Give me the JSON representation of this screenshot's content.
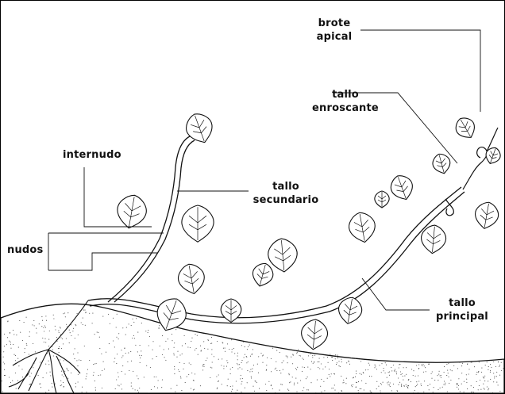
{
  "labels": {
    "brote_apical": [
      "brote",
      "apical"
    ],
    "tallo_enroscante": [
      "tallo",
      "enroscante"
    ],
    "internudo": "internudo",
    "tallo_secundario": [
      "tallo",
      "secundario"
    ],
    "nudos": "nudos",
    "tallo_principal": [
      "tallo",
      "principal"
    ]
  },
  "colors": {
    "line": "#111111",
    "soil_dot": "#444444",
    "background": "#ffffff"
  }
}
